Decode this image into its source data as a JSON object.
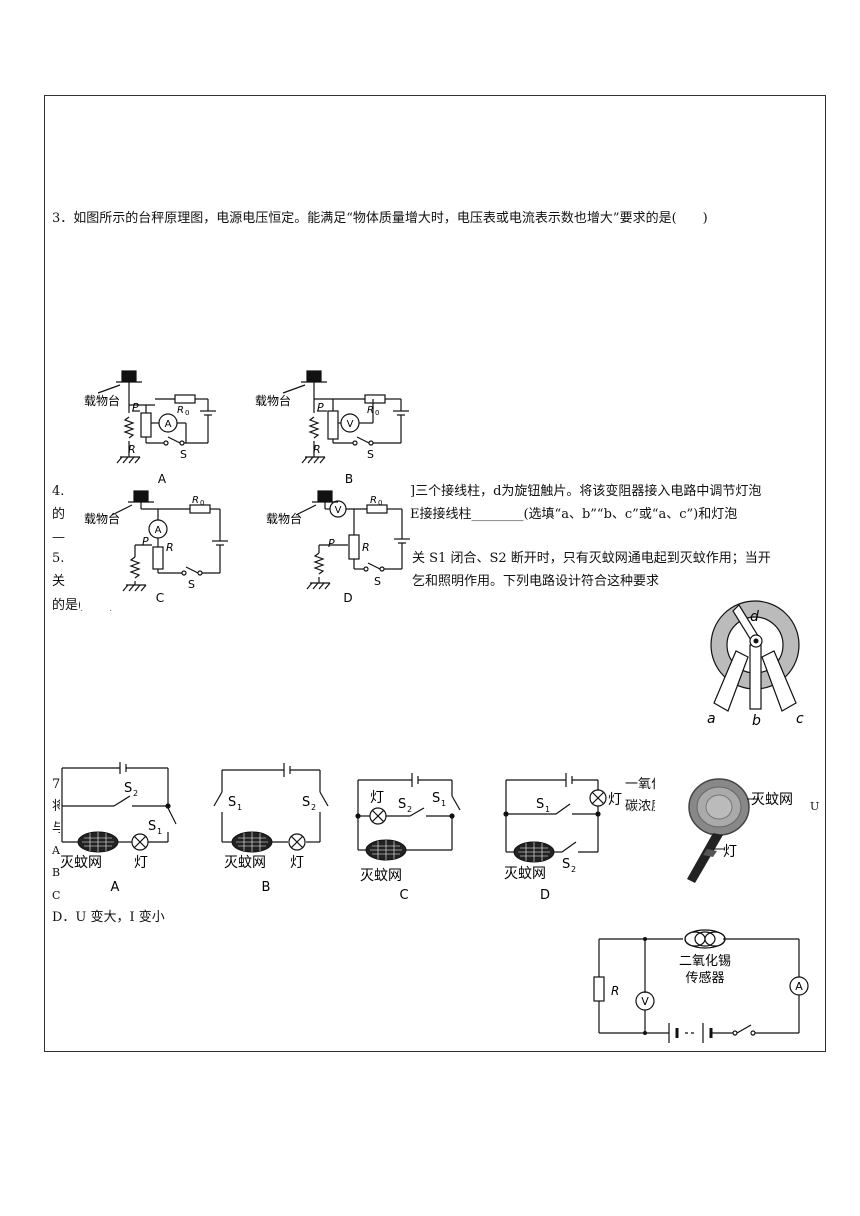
{
  "q3": {
    "text": "3．如图所示的台秤原理图，电源电压恒定。能满足“物体质量增大时，电压表或电流表示数也增大”要求的是(　　)",
    "platform": "载物台",
    "P": "P",
    "R": "R",
    "R0": "R",
    "R0_sub": "0",
    "S": "S",
    "ammeter": "A",
    "voltmeter": "V",
    "labels": [
      "A",
      "B",
      "C",
      "D"
    ]
  },
  "q4": {
    "prefix": "4.",
    "line1": "]三个接线柱，d为旋钮触片。将该变阻器接入电路中调节灯泡",
    "prefix2": "的",
    "line2": "E接接线柱________(选填“a、b”“b、c”或“a、c”)和灯泡",
    "dash": "—"
  },
  "q5": {
    "prefix": "5.",
    "line1": "关 S1 闭合、S2 断开时，只有灭蚊网通电起到灭蚊作用；当开",
    "prefix2": "关",
    "line2": "乞和照明作用。下列电路设计符合这种要求",
    "line3": "的是(　　)"
  },
  "knob": {
    "a": "a",
    "b": "b",
    "c": "c",
    "d": "d"
  },
  "q5_circuits": {
    "net": "灭蚊网",
    "lamp": "灯",
    "S1": "S",
    "S2": "S",
    "sub1": "1",
    "sub2": "2",
    "labels": [
      "A",
      "B",
      "C",
      "D"
    ]
  },
  "swatter": {
    "net": "灭蚊网",
    "lamp": "灯"
  },
  "q7": {
    "left_chars": [
      "7",
      "将",
      "与",
      "A",
      "B",
      "C"
    ],
    "right_top1": "一氧化",
    "right_top2": "碳浓度",
    "right_end1": "。",
    "right_end2": "U",
    "optD": "D．U 变大，I 变小"
  },
  "sensor": {
    "R": "R",
    "V": "V",
    "A": "A",
    "name1": "二氧化锡",
    "name2": "传感器"
  }
}
